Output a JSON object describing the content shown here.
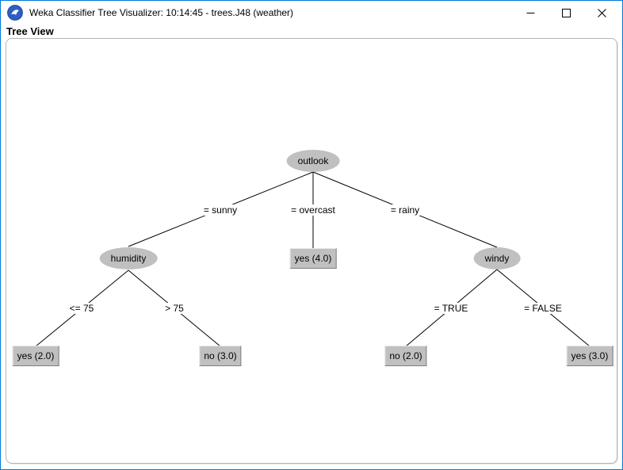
{
  "window": {
    "title": "Weka Classifier Tree Visualizer: 10:14:45 - trees.J48 (weather)",
    "app_icon": "weka-bird-icon",
    "accent_color": "#0078d7",
    "controls": [
      {
        "name": "minimize",
        "icon": "minimize-icon"
      },
      {
        "name": "maximize",
        "icon": "maximize-icon"
      },
      {
        "name": "close",
        "icon": "close-icon"
      }
    ]
  },
  "panel": {
    "label": "Tree View"
  },
  "tree": {
    "node_fill": "#c0c0c0",
    "line_color": "#000000",
    "nodes": [
      {
        "id": "outlook",
        "type": "split",
        "label": "outlook"
      },
      {
        "id": "humidity",
        "type": "split",
        "label": "humidity"
      },
      {
        "id": "windy",
        "type": "split",
        "label": "windy"
      },
      {
        "id": "leaf-yes-4",
        "type": "leaf",
        "label": "yes (4.0)"
      },
      {
        "id": "leaf-yes-2",
        "type": "leaf",
        "label": "yes (2.0)"
      },
      {
        "id": "leaf-no-3",
        "type": "leaf",
        "label": "no (3.0)"
      },
      {
        "id": "leaf-no-2",
        "type": "leaf",
        "label": "no (2.0)"
      },
      {
        "id": "leaf-yes-3",
        "type": "leaf",
        "label": "yes (3.0)"
      }
    ],
    "edges": [
      {
        "from": "outlook",
        "to": "humidity",
        "label": "= sunny"
      },
      {
        "from": "outlook",
        "to": "leaf-yes-4",
        "label": "= overcast"
      },
      {
        "from": "outlook",
        "to": "windy",
        "label": "= rainy"
      },
      {
        "from": "humidity",
        "to": "leaf-yes-2",
        "label": "<= 75"
      },
      {
        "from": "humidity",
        "to": "leaf-no-3",
        "label": "> 75"
      },
      {
        "from": "windy",
        "to": "leaf-no-2",
        "label": "= TRUE"
      },
      {
        "from": "windy",
        "to": "leaf-yes-3",
        "label": "= FALSE"
      }
    ]
  }
}
